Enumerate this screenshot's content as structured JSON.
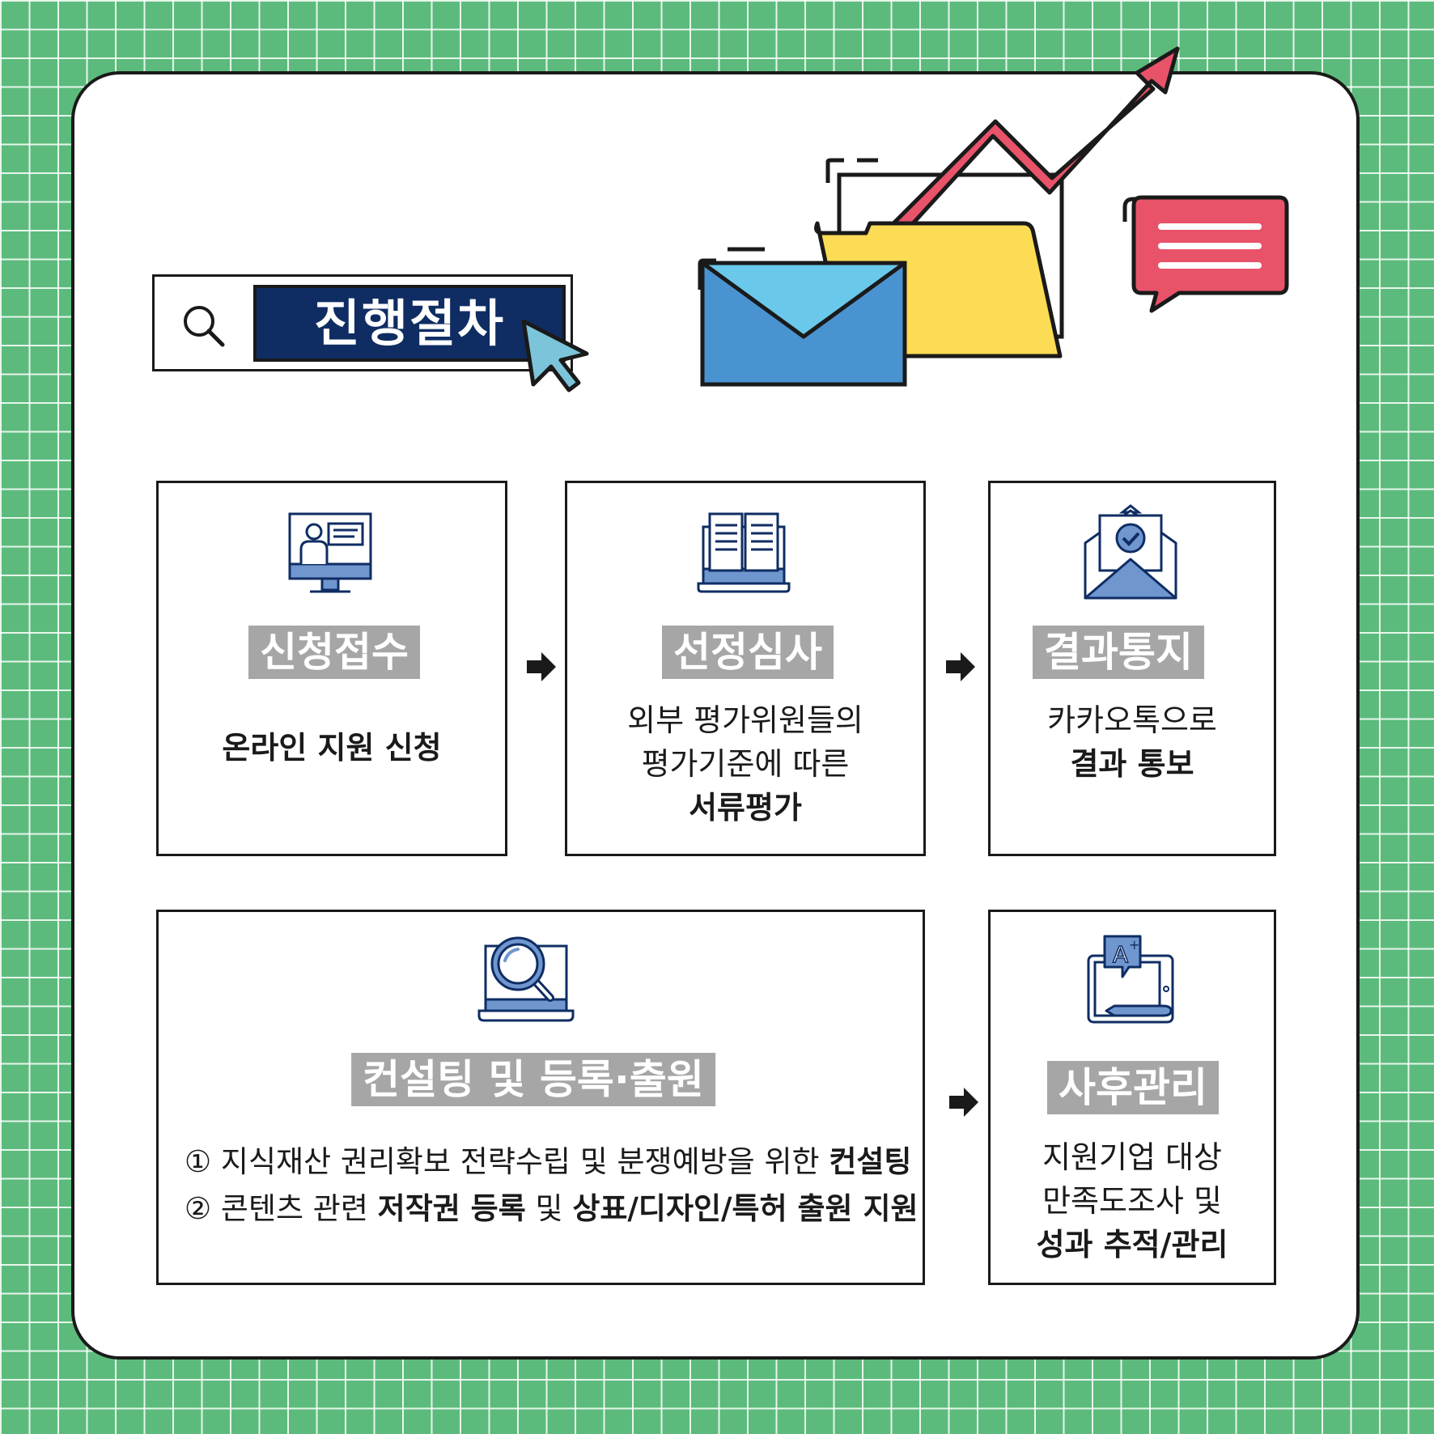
{
  "header": {
    "search_label": "진행절차"
  },
  "steps": [
    {
      "title": "신청접수",
      "desc_line1_bold": "온라인 지원 신청"
    },
    {
      "title": "선정심사",
      "desc_line1": "외부 평가위원들의",
      "desc_line2": "평가기준에 따른",
      "desc_line3_bold": "서류평가"
    },
    {
      "title": "결과통지",
      "desc_line1": "카카오톡으로",
      "desc_line2_bold": "결과 통보"
    },
    {
      "title": "컨설팅 및 등록·출원",
      "line1_prefix": "① 지식재산 권리확보 전략수립 및 분쟁예방을 위한 ",
      "line1_bold": "컨설팅",
      "line2_prefix": "② 콘텐츠 관련 ",
      "line2_bold1": "저작권 등록",
      "line2_mid": " 및 ",
      "line2_bold2": "상표/디자인/특허 출원 지원"
    },
    {
      "title": "사후관리",
      "desc_line1": "지원기업 대상",
      "desc_line2": "만족도조사 및",
      "desc_line3_bold": "성과 추적/관리"
    }
  ],
  "colors": {
    "background_green": "#5cbb7c",
    "navy": "#0f2d63",
    "title_gray": "#a6a6a6",
    "icon_blue": "#6f96cf",
    "accent_red": "#e8536a",
    "accent_yellow": "#fddc55",
    "accent_sky": "#6ac8ea"
  },
  "icons": {
    "search": "search-icon",
    "cursor": "cursor-icon",
    "step1": "online-lecture-monitor-icon",
    "step2": "open-book-icon",
    "step3": "check-mail-icon",
    "step4": "magnifier-laptop-icon",
    "step5": "tablet-grade-icon",
    "arrow": "arrow-right-icon"
  }
}
